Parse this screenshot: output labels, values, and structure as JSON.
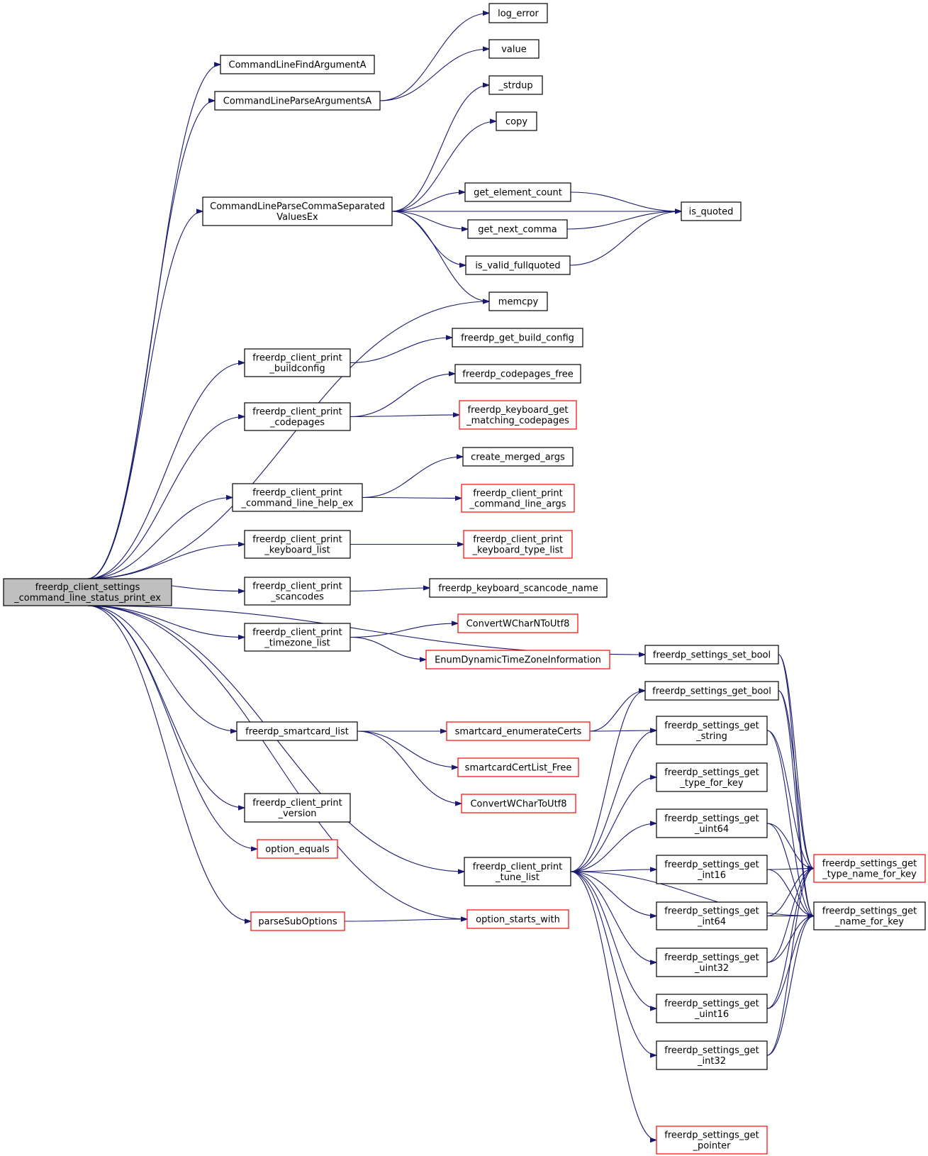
{
  "diagram": {
    "nodes": [
      {
        "id": "root",
        "lines": [
          "freerdp_client_settings",
          "_command_line_status_print_ex"
        ],
        "style": "root"
      },
      {
        "id": "findarg",
        "lines": [
          "CommandLineFindArgumentA"
        ],
        "style": "normal"
      },
      {
        "id": "parseargs",
        "lines": [
          "CommandLineParseArgumentsA"
        ],
        "style": "normal"
      },
      {
        "id": "commasep",
        "lines": [
          "CommandLineParseCommaSeparated",
          "ValuesEx"
        ],
        "style": "normal"
      },
      {
        "id": "log_error",
        "lines": [
          "log_error"
        ],
        "style": "normal"
      },
      {
        "id": "value",
        "lines": [
          "value"
        ],
        "style": "normal"
      },
      {
        "id": "strdup",
        "lines": [
          "_strdup"
        ],
        "style": "normal"
      },
      {
        "id": "copy",
        "lines": [
          "copy"
        ],
        "style": "normal"
      },
      {
        "id": "get_element_count",
        "lines": [
          "get_element_count"
        ],
        "style": "normal"
      },
      {
        "id": "get_next_comma",
        "lines": [
          "get_next_comma"
        ],
        "style": "normal"
      },
      {
        "id": "is_valid_fullquoted",
        "lines": [
          "is_valid_fullquoted"
        ],
        "style": "normal"
      },
      {
        "id": "memcpy",
        "lines": [
          "memcpy"
        ],
        "style": "normal"
      },
      {
        "id": "is_quoted",
        "lines": [
          "is_quoted"
        ],
        "style": "normal"
      },
      {
        "id": "buildconfig",
        "lines": [
          "freerdp_client_print",
          "_buildconfig"
        ],
        "style": "normal"
      },
      {
        "id": "get_build_config",
        "lines": [
          "freerdp_get_build_config"
        ],
        "style": "normal"
      },
      {
        "id": "codepages",
        "lines": [
          "freerdp_client_print",
          "_codepages"
        ],
        "style": "normal"
      },
      {
        "id": "codepages_free",
        "lines": [
          "freerdp_codepages_free"
        ],
        "style": "normal"
      },
      {
        "id": "kb_matching",
        "lines": [
          "freerdp_keyboard_get",
          "_matching_codepages"
        ],
        "style": "red"
      },
      {
        "id": "help_ex",
        "lines": [
          "freerdp_client_print",
          "_command_line_help_ex"
        ],
        "style": "normal"
      },
      {
        "id": "merged_args",
        "lines": [
          "create_merged_args"
        ],
        "style": "normal"
      },
      {
        "id": "cl_args",
        "lines": [
          "freerdp_client_print",
          "_command_line_args"
        ],
        "style": "red"
      },
      {
        "id": "keyboard_list",
        "lines": [
          "freerdp_client_print",
          "_keyboard_list"
        ],
        "style": "normal"
      },
      {
        "id": "kb_type_list",
        "lines": [
          "freerdp_client_print",
          "_keyboard_type_list"
        ],
        "style": "red"
      },
      {
        "id": "scancodes",
        "lines": [
          "freerdp_client_print",
          "_scancodes"
        ],
        "style": "normal"
      },
      {
        "id": "scancode_name",
        "lines": [
          "freerdp_keyboard_scancode_name"
        ],
        "style": "normal"
      },
      {
        "id": "timezone",
        "lines": [
          "freerdp_client_print",
          "_timezone_list"
        ],
        "style": "normal"
      },
      {
        "id": "wcharn",
        "lines": [
          "ConvertWCharNToUtf8"
        ],
        "style": "red"
      },
      {
        "id": "enumtz",
        "lines": [
          "EnumDynamicTimeZoneInformation"
        ],
        "style": "red"
      },
      {
        "id": "set_bool",
        "lines": [
          "freerdp_settings_set_bool"
        ],
        "style": "normal"
      },
      {
        "id": "get_bool",
        "lines": [
          "freerdp_settings_get_bool"
        ],
        "style": "normal"
      },
      {
        "id": "smartcard_list",
        "lines": [
          "freerdp_smartcard_list"
        ],
        "style": "normal"
      },
      {
        "id": "enum_certs",
        "lines": [
          "smartcard_enumerateCerts"
        ],
        "style": "red"
      },
      {
        "id": "certlist_free",
        "lines": [
          "smartcardCertList_Free"
        ],
        "style": "red"
      },
      {
        "id": "wchar",
        "lines": [
          "ConvertWCharToUtf8"
        ],
        "style": "red"
      },
      {
        "id": "get_string",
        "lines": [
          "freerdp_settings_get",
          "_string"
        ],
        "style": "normal"
      },
      {
        "id": "type_for_key",
        "lines": [
          "freerdp_settings_get",
          "_type_for_key"
        ],
        "style": "normal"
      },
      {
        "id": "version",
        "lines": [
          "freerdp_client_print",
          "_version"
        ],
        "style": "normal"
      },
      {
        "id": "option_equals",
        "lines": [
          "option_equals"
        ],
        "style": "red"
      },
      {
        "id": "tune_list",
        "lines": [
          "freerdp_client_print",
          "_tune_list"
        ],
        "style": "normal"
      },
      {
        "id": "get_uint64",
        "lines": [
          "freerdp_settings_get",
          "_uint64"
        ],
        "style": "normal"
      },
      {
        "id": "get_int16",
        "lines": [
          "freerdp_settings_get",
          "_int16"
        ],
        "style": "normal"
      },
      {
        "id": "get_int64",
        "lines": [
          "freerdp_settings_get",
          "_int64"
        ],
        "style": "normal"
      },
      {
        "id": "get_uint32",
        "lines": [
          "freerdp_settings_get",
          "_uint32"
        ],
        "style": "normal"
      },
      {
        "id": "get_uint16",
        "lines": [
          "freerdp_settings_get",
          "_uint16"
        ],
        "style": "normal"
      },
      {
        "id": "get_int32",
        "lines": [
          "freerdp_settings_get",
          "_int32"
        ],
        "style": "normal"
      },
      {
        "id": "get_pointer",
        "lines": [
          "freerdp_settings_get",
          "_pointer"
        ],
        "style": "red"
      },
      {
        "id": "type_name_for_key",
        "lines": [
          "freerdp_settings_get",
          "_type_name_for_key"
        ],
        "style": "red"
      },
      {
        "id": "name_for_key",
        "lines": [
          "freerdp_settings_get",
          "_name_for_key"
        ],
        "style": "normal"
      },
      {
        "id": "parse_sub",
        "lines": [
          "parseSubOptions"
        ],
        "style": "red"
      },
      {
        "id": "starts_with",
        "lines": [
          "option_starts_with"
        ],
        "style": "red"
      }
    ],
    "edges": [
      [
        "root",
        "findarg"
      ],
      [
        "root",
        "parseargs"
      ],
      [
        "root",
        "commasep"
      ],
      [
        "root",
        "memcpy"
      ],
      [
        "root",
        "buildconfig"
      ],
      [
        "root",
        "codepages"
      ],
      [
        "root",
        "help_ex"
      ],
      [
        "root",
        "keyboard_list"
      ],
      [
        "root",
        "scancodes"
      ],
      [
        "root",
        "timezone"
      ],
      [
        "root",
        "set_bool"
      ],
      [
        "root",
        "smartcard_list"
      ],
      [
        "root",
        "tune_list"
      ],
      [
        "root",
        "version"
      ],
      [
        "root",
        "option_equals"
      ],
      [
        "root",
        "starts_with"
      ],
      [
        "root",
        "parse_sub"
      ],
      [
        "parseargs",
        "log_error"
      ],
      [
        "parseargs",
        "value"
      ],
      [
        "commasep",
        "strdup"
      ],
      [
        "commasep",
        "copy"
      ],
      [
        "commasep",
        "is_quoted"
      ],
      [
        "commasep",
        "get_element_count"
      ],
      [
        "commasep",
        "get_next_comma"
      ],
      [
        "commasep",
        "is_valid_fullquoted"
      ],
      [
        "commasep",
        "memcpy"
      ],
      [
        "get_element_count",
        "is_quoted"
      ],
      [
        "get_next_comma",
        "is_quoted"
      ],
      [
        "is_valid_fullquoted",
        "is_quoted"
      ],
      [
        "buildconfig",
        "get_build_config"
      ],
      [
        "codepages",
        "codepages_free"
      ],
      [
        "codepages",
        "kb_matching"
      ],
      [
        "help_ex",
        "merged_args"
      ],
      [
        "help_ex",
        "cl_args"
      ],
      [
        "keyboard_list",
        "kb_type_list"
      ],
      [
        "scancodes",
        "scancode_name"
      ],
      [
        "timezone",
        "wcharn"
      ],
      [
        "timezone",
        "enumtz"
      ],
      [
        "smartcard_list",
        "enum_certs"
      ],
      [
        "smartcard_list",
        "certlist_free"
      ],
      [
        "smartcard_list",
        "wchar"
      ],
      [
        "enum_certs",
        "get_bool"
      ],
      [
        "enum_certs",
        "get_string"
      ],
      [
        "tune_list",
        "get_bool"
      ],
      [
        "tune_list",
        "get_string"
      ],
      [
        "tune_list",
        "type_for_key"
      ],
      [
        "tune_list",
        "get_uint64"
      ],
      [
        "tune_list",
        "get_int16"
      ],
      [
        "tune_list",
        "get_int64"
      ],
      [
        "tune_list",
        "get_uint32"
      ],
      [
        "tune_list",
        "get_uint16"
      ],
      [
        "tune_list",
        "get_int32"
      ],
      [
        "tune_list",
        "get_pointer"
      ],
      [
        "tune_list",
        "name_for_key"
      ],
      [
        "set_bool",
        "type_name_for_key"
      ],
      [
        "set_bool",
        "name_for_key"
      ],
      [
        "get_bool",
        "type_name_for_key"
      ],
      [
        "get_bool",
        "name_for_key"
      ],
      [
        "get_string",
        "type_name_for_key"
      ],
      [
        "get_string",
        "name_for_key"
      ],
      [
        "get_uint64",
        "type_name_for_key"
      ],
      [
        "get_uint64",
        "name_for_key"
      ],
      [
        "get_int16",
        "type_name_for_key"
      ],
      [
        "get_int16",
        "name_for_key"
      ],
      [
        "get_int64",
        "type_name_for_key"
      ],
      [
        "get_int64",
        "name_for_key"
      ],
      [
        "get_uint32",
        "type_name_for_key"
      ],
      [
        "get_uint32",
        "name_for_key"
      ],
      [
        "get_uint16",
        "type_name_for_key"
      ],
      [
        "get_uint16",
        "name_for_key"
      ],
      [
        "get_int32",
        "type_name_for_key"
      ],
      [
        "get_int32",
        "name_for_key"
      ],
      [
        "parse_sub",
        "starts_with"
      ]
    ]
  },
  "colors": {
    "edge": "#191970",
    "root_fill": "#bfbfbf",
    "normal_border": "#000000",
    "red_border": "#ff0000"
  }
}
